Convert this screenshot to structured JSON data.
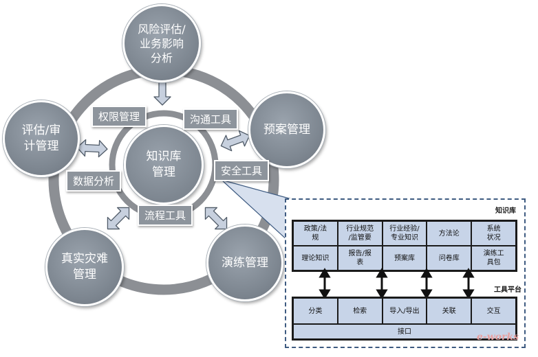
{
  "nodes": {
    "risk": "风险评估/\n业务影响\n分析",
    "plan": "预案管理",
    "drill": "演练管理",
    "disaster": "真实灾难\n管理",
    "audit": "评估/审\n计管理",
    "center": "知识库\n管理"
  },
  "tools": {
    "permission": "权限管理",
    "communication": "沟通工具",
    "security": "安全工具",
    "data_analysis": "数据分析",
    "process": "流程工具"
  },
  "panel": {
    "kb_title": "知识库",
    "tool_title": "工具平台",
    "kb_row1": [
      "政策/法\n规",
      "行业规范\n/监管要",
      "行业经验/\n专业知识",
      "方法论",
      "系统\n状况"
    ],
    "kb_row2": [
      "理论知识",
      "报告/报\n表",
      "预案库",
      "问卷库",
      "演练工\n具包"
    ],
    "tool_row": [
      "分类",
      "检索",
      "导入/导出",
      "关联",
      "交互"
    ],
    "interface": "接口"
  },
  "watermark": "e-works",
  "colors": {
    "node_fill": "#7f8892",
    "ring": "#8c8f94",
    "cell_fill": "#c7d4e8",
    "arrow_fill": "#c7d0de",
    "panel_border": "#3d5a80"
  }
}
